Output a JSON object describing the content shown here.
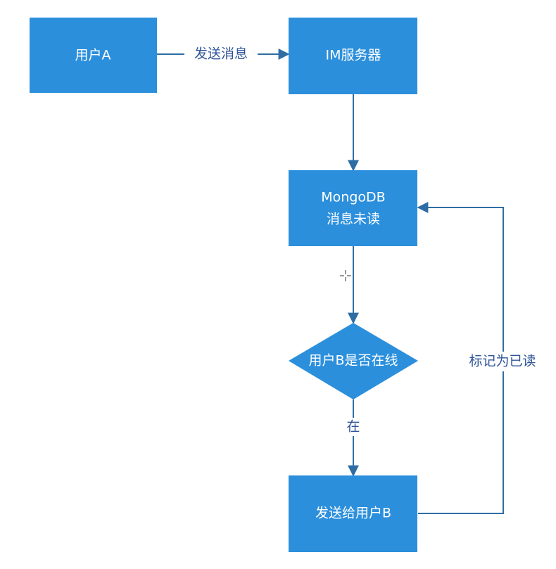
{
  "colors": {
    "node_fill": "#2b8fdc",
    "edge_stroke": "#2e6da4",
    "edge_text": "#2f5597",
    "node_text": "#ffffff"
  },
  "nodes": {
    "user_a": "用户A",
    "im_server": "IM服务器",
    "mongodb_title": "MongoDB",
    "mongodb_subtitle": "消息未读",
    "decision": "用户B是否在线",
    "send_to_b": "发送给用户B"
  },
  "edges": {
    "send_message": "发送消息",
    "online": "在",
    "mark_read": "标记为已读"
  },
  "icons": {
    "cursor": "crosshair-cursor-icon"
  }
}
